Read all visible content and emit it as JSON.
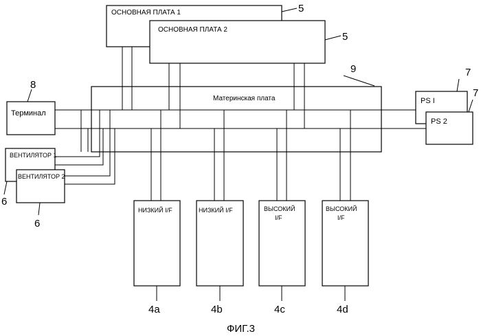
{
  "main_board_1": {
    "label": "ОСНОВНАЯ ПЛАТА 1",
    "ref": "5"
  },
  "main_board_2": {
    "label": "ОСНОВНАЯ ПЛАТА 2",
    "ref": "5"
  },
  "motherboard": {
    "label": "Материнская плата",
    "ref": "9"
  },
  "terminal": {
    "label": "Терминал",
    "ref": "8"
  },
  "ps1": {
    "label": "PS I",
    "ref": "7"
  },
  "ps2": {
    "label": "PS 2",
    "ref": "7"
  },
  "fan1": {
    "label": "ВЕНТИЛЯТОР 1",
    "ref": "6"
  },
  "fan2": {
    "label": "ВЕНТИЛЯТОР 2",
    "ref": "6"
  },
  "interfaces": [
    {
      "line1": "НИЗКИЙ I/F",
      "line2": "",
      "ref": "4a"
    },
    {
      "line1": "НИЗКИЙ I/F",
      "line2": "",
      "ref": "4b"
    },
    {
      "line1": "ВЫСОКИЙ",
      "line2": "I/F",
      "ref": "4c"
    },
    {
      "line1": "ВЫСОКИЙ",
      "line2": "I/F",
      "ref": "4d"
    }
  ],
  "figure_caption": "ФИГ.3"
}
